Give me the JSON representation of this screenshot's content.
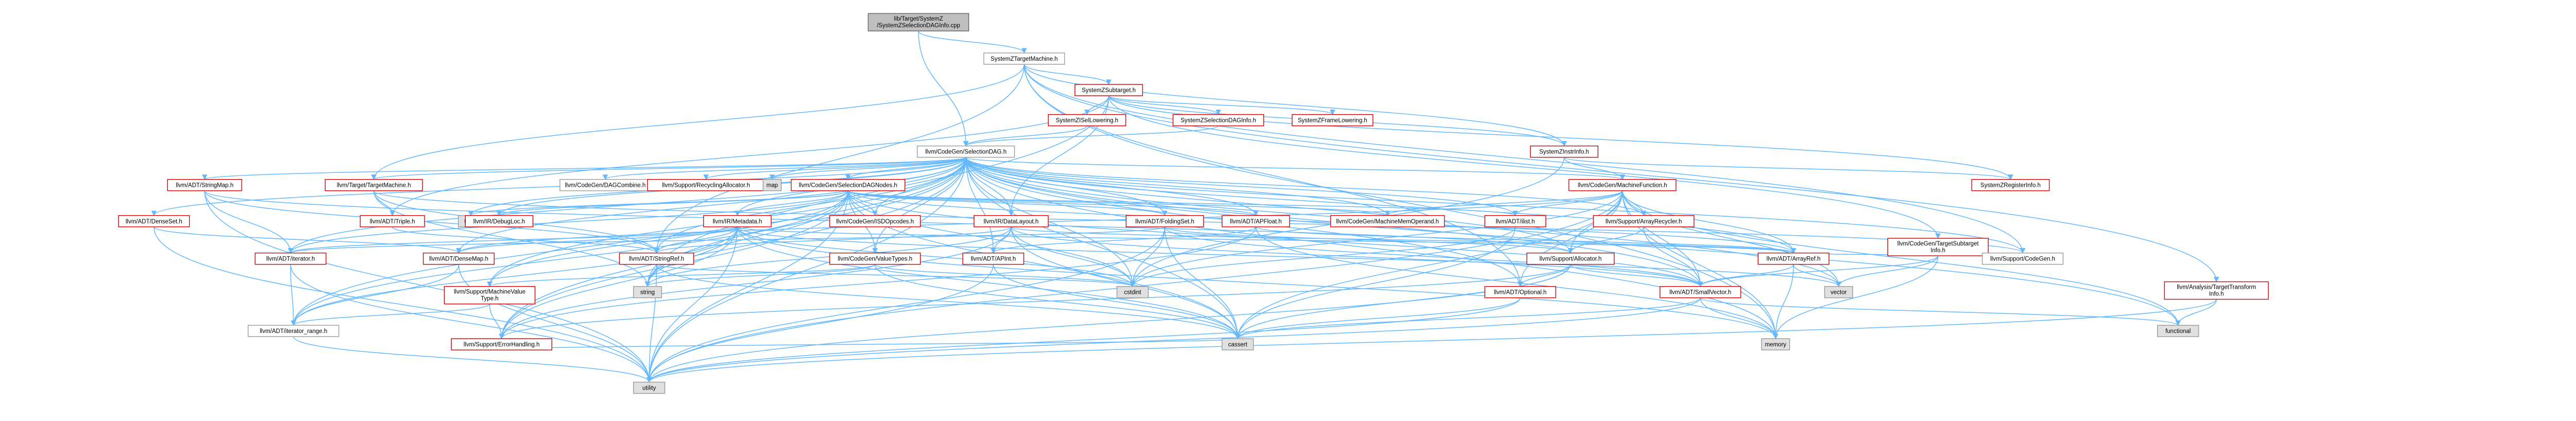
{
  "colors": {
    "edge": "#63b8ff",
    "internal_border": "#cc0000",
    "external_border": "#999999",
    "root_fill": "#bfbfbf",
    "root_border": "#666666",
    "node_fill": "#ffffff",
    "external_fill": "#e0e0e0"
  },
  "nodes": [
    {
      "id": "root",
      "label": [
        "lib/Target/SystemZ",
        "/SystemZSelectionDAGInfo.cpp"
      ],
      "kind": "root"
    },
    {
      "id": "targetmachine",
      "label": [
        "SystemZTargetMachine.h"
      ],
      "kind": "file"
    },
    {
      "id": "subtarget",
      "label": [
        "SystemZSubtarget.h"
      ],
      "kind": "internal"
    },
    {
      "id": "isellowering",
      "label": [
        "SystemZISelLowering.h"
      ],
      "kind": "internal"
    },
    {
      "id": "seldaginfo",
      "label": [
        "SystemZSelectionDAGInfo.h"
      ],
      "kind": "internal"
    },
    {
      "id": "framelowering",
      "label": [
        "SystemZFrameLowering.h"
      ],
      "kind": "internal"
    },
    {
      "id": "instrinfo",
      "label": [
        "SystemZInstrInfo.h"
      ],
      "kind": "internal"
    },
    {
      "id": "reginfo",
      "label": [
        "SystemZRegisterInfo.h"
      ],
      "kind": "internal"
    },
    {
      "id": "selectiondag",
      "label": [
        "llvm/CodeGen/SelectionDAG.h"
      ],
      "kind": "file"
    },
    {
      "id": "stringmap",
      "label": [
        "llvm/ADT/StringMap.h"
      ],
      "kind": "internal"
    },
    {
      "id": "targetmachine_llvm",
      "label": [
        "llvm/Target/TargetMachine.h"
      ],
      "kind": "internal"
    },
    {
      "id": "dagcombine",
      "label": [
        "llvm/CodeGen/DAGCombine.h"
      ],
      "kind": "file"
    },
    {
      "id": "recycler",
      "label": [
        "llvm/Support/RecyclingAllocator.h"
      ],
      "kind": "internal"
    },
    {
      "id": "map",
      "label": [
        "map"
      ],
      "kind": "external"
    },
    {
      "id": "sdnodes",
      "label": [
        "llvm/CodeGen/SelectionDAGNodes.h"
      ],
      "kind": "internal"
    },
    {
      "id": "machinefunction",
      "label": [
        "llvm/CodeGen/MachineFunction.h"
      ],
      "kind": "internal"
    },
    {
      "id": "tsi",
      "label": [
        "llvm/CodeGen/TargetSubtarget",
        "Info.h"
      ],
      "kind": "internal"
    },
    {
      "id": "densetset",
      "label": [
        "llvm/ADT/DenseSet.h"
      ],
      "kind": "internal"
    },
    {
      "id": "triple",
      "label": [
        "llvm/ADT/Triple.h"
      ],
      "kind": "internal"
    },
    {
      "id": "tuple",
      "label": [
        "tuple"
      ],
      "kind": "external"
    },
    {
      "id": "debugloc",
      "label": [
        "llvm/IR/DebugLoc.h"
      ],
      "kind": "internal"
    },
    {
      "id": "metadata",
      "label": [
        "llvm/IR/Metadata.h"
      ],
      "kind": "internal"
    },
    {
      "id": "isdopcodes",
      "label": [
        "llvm/CodeGen/ISDOpcodes.h"
      ],
      "kind": "internal"
    },
    {
      "id": "datalayout",
      "label": [
        "llvm/IR/DataLayout.h"
      ],
      "kind": "internal"
    },
    {
      "id": "foldingset",
      "label": [
        "llvm/ADT/FoldingSet.h"
      ],
      "kind": "internal"
    },
    {
      "id": "apfloat",
      "label": [
        "llvm/ADT/APFloat.h"
      ],
      "kind": "internal"
    },
    {
      "id": "memoperand",
      "label": [
        "llvm/CodeGen/MachineMemOperand.h"
      ],
      "kind": "internal"
    },
    {
      "id": "ilist",
      "label": [
        "llvm/ADT/ilist.h"
      ],
      "kind": "internal"
    },
    {
      "id": "arrayrecycler",
      "label": [
        "llvm/Support/ArrayRecycler.h"
      ],
      "kind": "internal"
    },
    {
      "id": "iterator",
      "label": [
        "llvm/ADT/iterator.h"
      ],
      "kind": "internal"
    },
    {
      "id": "densemap",
      "label": [
        "llvm/ADT/DenseMap.h"
      ],
      "kind": "internal"
    },
    {
      "id": "stringref",
      "label": [
        "llvm/ADT/StringRef.h"
      ],
      "kind": "internal"
    },
    {
      "id": "valuetypes",
      "label": [
        "llvm/CodeGen/ValueTypes.h"
      ],
      "kind": "internal"
    },
    {
      "id": "apint",
      "label": [
        "llvm/ADT/APInt.h"
      ],
      "kind": "internal"
    },
    {
      "id": "allocator",
      "label": [
        "llvm/Support/Allocator.h"
      ],
      "kind": "internal"
    },
    {
      "id": "arrayref",
      "label": [
        "llvm/ADT/ArrayRef.h"
      ],
      "kind": "internal"
    },
    {
      "id": "codegen",
      "label": [
        "llvm/Support/CodeGen.h"
      ],
      "kind": "file"
    },
    {
      "id": "analysis",
      "label": [
        "llvm/Analysis/TargetTransform",
        "Info.h"
      ],
      "kind": "internal"
    },
    {
      "id": "machinevaluetype",
      "label": [
        "llvm/Support/MachineValue",
        "Type.h"
      ],
      "kind": "internal"
    },
    {
      "id": "string",
      "label": [
        "string"
      ],
      "kind": "external"
    },
    {
      "id": "cstdint",
      "label": [
        "cstdint"
      ],
      "kind": "external"
    },
    {
      "id": "optional",
      "label": [
        "llvm/ADT/Optional.h"
      ],
      "kind": "internal"
    },
    {
      "id": "smallvector",
      "label": [
        "llvm/ADT/SmallVector.h"
      ],
      "kind": "internal"
    },
    {
      "id": "vector",
      "label": [
        "vector"
      ],
      "kind": "external"
    },
    {
      "id": "iteratorrange",
      "label": [
        "llvm/ADT/iterator_range.h"
      ],
      "kind": "file"
    },
    {
      "id": "errorhandling",
      "label": [
        "llvm/Support/ErrorHandling.h"
      ],
      "kind": "internal"
    },
    {
      "id": "cassert",
      "label": [
        "cassert"
      ],
      "kind": "external"
    },
    {
      "id": "memory",
      "label": [
        "memory"
      ],
      "kind": "external"
    },
    {
      "id": "functional",
      "label": [
        "functional"
      ],
      "kind": "external"
    },
    {
      "id": "utility",
      "label": [
        "utility"
      ],
      "kind": "external"
    }
  ],
  "edges": [
    [
      "root",
      "targetmachine"
    ],
    [
      "root",
      "selectiondag"
    ],
    [
      "targetmachine",
      "subtarget"
    ],
    [
      "targetmachine",
      "targetmachine_llvm"
    ],
    [
      "targetmachine",
      "analysis"
    ],
    [
      "targetmachine",
      "codegen"
    ],
    [
      "targetmachine",
      "stringref"
    ],
    [
      "targetmachine",
      "memory"
    ],
    [
      "targetmachine",
      "optional"
    ],
    [
      "targetmachine",
      "instrinfo"
    ],
    [
      "subtarget",
      "isellowering"
    ],
    [
      "subtarget",
      "seldaginfo"
    ],
    [
      "subtarget",
      "framelowering"
    ],
    [
      "subtarget",
      "instrinfo"
    ],
    [
      "subtarget",
      "reginfo"
    ],
    [
      "subtarget",
      "tsi"
    ],
    [
      "subtarget",
      "triple"
    ],
    [
      "subtarget",
      "datalayout"
    ],
    [
      "subtarget",
      "string"
    ],
    [
      "isellowering",
      "selectiondag"
    ],
    [
      "seldaginfo",
      "selectiondag"
    ],
    [
      "instrinfo",
      "reginfo"
    ],
    [
      "instrinfo",
      "machinefunction"
    ],
    [
      "instrinfo",
      "cstdint"
    ],
    [
      "selectiondag",
      "stringmap"
    ],
    [
      "selectiondag",
      "targetmachine_llvm"
    ],
    [
      "selectiondag",
      "dagcombine"
    ],
    [
      "selectiondag",
      "recycler"
    ],
    [
      "selectiondag",
      "map"
    ],
    [
      "selectiondag",
      "sdnodes"
    ],
    [
      "selectiondag",
      "machinefunction"
    ],
    [
      "selectiondag",
      "tuple"
    ],
    [
      "selectiondag",
      "densetset"
    ],
    [
      "selectiondag",
      "debugloc"
    ],
    [
      "selectiondag",
      "metadata"
    ],
    [
      "selectiondag",
      "isdopcodes"
    ],
    [
      "selectiondag",
      "datalayout"
    ],
    [
      "selectiondag",
      "foldingset"
    ],
    [
      "selectiondag",
      "apfloat"
    ],
    [
      "selectiondag",
      "memoperand"
    ],
    [
      "selectiondag",
      "ilist"
    ],
    [
      "selectiondag",
      "arrayrecycler"
    ],
    [
      "selectiondag",
      "iterator"
    ],
    [
      "selectiondag",
      "densemap"
    ],
    [
      "selectiondag",
      "stringref"
    ],
    [
      "selectiondag",
      "valuetypes"
    ],
    [
      "selectiondag",
      "apint"
    ],
    [
      "selectiondag",
      "allocator"
    ],
    [
      "selectiondag",
      "arrayref"
    ],
    [
      "selectiondag",
      "codegen"
    ],
    [
      "selectiondag",
      "machinevaluetype"
    ],
    [
      "selectiondag",
      "string"
    ],
    [
      "selectiondag",
      "cstdint"
    ],
    [
      "selectiondag",
      "optional"
    ],
    [
      "selectiondag",
      "smallvector"
    ],
    [
      "selectiondag",
      "vector"
    ],
    [
      "selectiondag",
      "iteratorrange"
    ],
    [
      "selectiondag",
      "errorhandling"
    ],
    [
      "selectiondag",
      "cassert"
    ],
    [
      "selectiondag",
      "memory"
    ],
    [
      "selectiondag",
      "functional"
    ],
    [
      "selectiondag",
      "utility"
    ],
    [
      "stringmap",
      "stringref"
    ],
    [
      "stringmap",
      "iterator"
    ],
    [
      "stringmap",
      "allocator"
    ],
    [
      "stringmap",
      "utility"
    ],
    [
      "targetmachine_llvm",
      "triple"
    ],
    [
      "targetmachine_llvm",
      "stringref"
    ],
    [
      "targetmachine_llvm",
      "codegen"
    ],
    [
      "targetmachine_llvm",
      "string"
    ],
    [
      "sdnodes",
      "debugloc"
    ],
    [
      "sdnodes",
      "metadata"
    ],
    [
      "sdnodes",
      "isdopcodes"
    ],
    [
      "sdnodes",
      "foldingset"
    ],
    [
      "sdnodes",
      "apfloat"
    ],
    [
      "sdnodes",
      "memoperand"
    ],
    [
      "sdnodes",
      "ilist"
    ],
    [
      "sdnodes",
      "iterator"
    ],
    [
      "sdnodes",
      "valuetypes"
    ],
    [
      "sdnodes",
      "arrayref"
    ],
    [
      "sdnodes",
      "machinevaluetype"
    ],
    [
      "sdnodes",
      "tuple"
    ],
    [
      "sdnodes",
      "cstdint"
    ],
    [
      "sdnodes",
      "cassert"
    ],
    [
      "sdnodes",
      "string"
    ],
    [
      "sdnodes",
      "errorhandling"
    ],
    [
      "sdnodes",
      "iteratorrange"
    ],
    [
      "sdnodes",
      "smallvector"
    ],
    [
      "sdnodes",
      "utility"
    ],
    [
      "machinefunction",
      "arrayrecycler"
    ],
    [
      "machinefunction",
      "allocator"
    ],
    [
      "machinefunction",
      "arrayref"
    ],
    [
      "machinefunction",
      "ilist"
    ],
    [
      "machinefunction",
      "smallvector"
    ],
    [
      "machinefunction",
      "cassert"
    ],
    [
      "machinefunction",
      "memory"
    ],
    [
      "machinefunction",
      "vector"
    ],
    [
      "machinefunction",
      "utility"
    ],
    [
      "machinefunction",
      "densemap"
    ],
    [
      "machinefunction",
      "memoperand"
    ],
    [
      "machinefunction",
      "optional"
    ],
    [
      "machinefunction",
      "cstdint"
    ],
    [
      "machinefunction",
      "functional"
    ],
    [
      "tsi",
      "arrayref"
    ],
    [
      "tsi",
      "smallvector"
    ],
    [
      "tsi",
      "codegen"
    ],
    [
      "tsi",
      "memory"
    ],
    [
      "tsi",
      "vector"
    ],
    [
      "densetset",
      "densemap"
    ],
    [
      "densetset",
      "utility"
    ],
    [
      "triple",
      "stringref"
    ],
    [
      "metadata",
      "arrayref"
    ],
    [
      "metadata",
      "densemap"
    ],
    [
      "metadata",
      "stringref"
    ],
    [
      "metadata",
      "iterator"
    ],
    [
      "metadata",
      "errorhandling"
    ],
    [
      "metadata",
      "string"
    ],
    [
      "metadata",
      "cstdint"
    ],
    [
      "metadata",
      "cassert"
    ],
    [
      "metadata",
      "utility"
    ],
    [
      "metadata",
      "iteratorrange"
    ],
    [
      "metadata",
      "memory"
    ],
    [
      "metadata",
      "vector"
    ],
    [
      "datalayout",
      "apint"
    ],
    [
      "datalayout",
      "stringref"
    ],
    [
      "datalayout",
      "smallvector"
    ],
    [
      "datalayout",
      "errorhandling"
    ],
    [
      "datalayout",
      "string"
    ],
    [
      "datalayout",
      "cstdint"
    ],
    [
      "datalayout",
      "cassert"
    ],
    [
      "datalayout",
      "arrayref"
    ],
    [
      "foldingset",
      "smallvector"
    ],
    [
      "foldingset",
      "allocator"
    ],
    [
      "foldingset",
      "iterator"
    ],
    [
      "foldingset",
      "cassert"
    ],
    [
      "foldingset",
      "cstdint"
    ],
    [
      "foldingset",
      "utility"
    ],
    [
      "apfloat",
      "apint"
    ],
    [
      "apfloat",
      "arrayref"
    ],
    [
      "apfloat",
      "errorhandling"
    ],
    [
      "apfloat",
      "memory"
    ],
    [
      "ilist",
      "cassert"
    ],
    [
      "ilist",
      "cstdint"
    ],
    [
      "arrayrecycler",
      "allocator"
    ],
    [
      "arrayrecycler",
      "smallvector"
    ],
    [
      "iterator",
      "iteratorrange"
    ],
    [
      "iterator",
      "utility"
    ],
    [
      "densemap",
      "iteratorrange"
    ],
    [
      "densemap",
      "utility"
    ],
    [
      "stringref",
      "string"
    ],
    [
      "stringref",
      "utility"
    ],
    [
      "stringref",
      "cstdint"
    ],
    [
      "stringref",
      "cassert"
    ],
    [
      "valuetypes",
      "machinevaluetype"
    ],
    [
      "valuetypes",
      "string"
    ],
    [
      "valuetypes",
      "cassert"
    ],
    [
      "valuetypes",
      "cstdint"
    ],
    [
      "apint",
      "cassert"
    ],
    [
      "apint",
      "utility"
    ],
    [
      "allocator",
      "optional"
    ],
    [
      "allocator",
      "smallvector"
    ],
    [
      "allocator",
      "cassert"
    ],
    [
      "allocator",
      "utility"
    ],
    [
      "allocator",
      "errorhandling"
    ],
    [
      "arrayref",
      "smallvector"
    ],
    [
      "arrayref",
      "vector"
    ],
    [
      "arrayref",
      "memory"
    ],
    [
      "machinevaluetype",
      "errorhandling"
    ],
    [
      "machinevaluetype",
      "iteratorrange"
    ],
    [
      "optional",
      "cassert"
    ],
    [
      "optional",
      "utility"
    ],
    [
      "smallvector",
      "cassert"
    ],
    [
      "smallvector",
      "memory"
    ],
    [
      "smallvector",
      "functional"
    ],
    [
      "smallvector",
      "utility"
    ],
    [
      "iteratorrange",
      "utility"
    ],
    [
      "analysis",
      "functional"
    ],
    [
      "analysis",
      "utility"
    ],
    [
      "errorhandling",
      "cassert"
    ]
  ]
}
